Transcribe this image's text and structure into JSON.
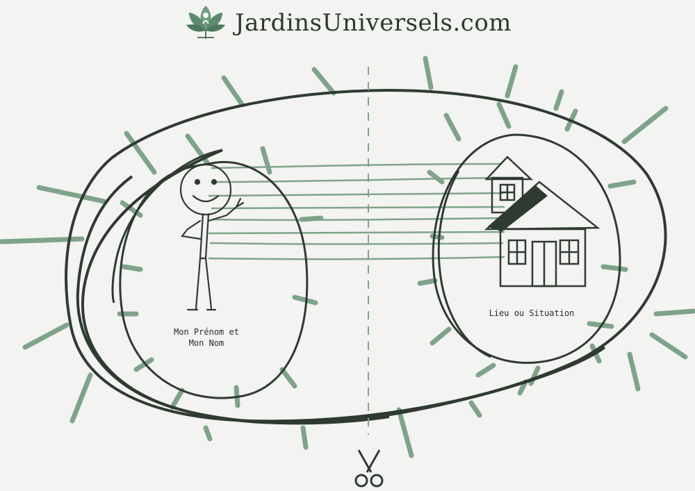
{
  "brand": {
    "title": "JardinsUniversels.com",
    "logo_icon": "lotus-logo-icon"
  },
  "labels": {
    "left": "Mon Prénom et\nMon Nom",
    "right": "Lieu ou Situation"
  },
  "colors": {
    "ink": "#2f3a33",
    "green": "#7fa38a",
    "bg": "#f3f3f1"
  },
  "icons": {
    "cut": "scissors-icon",
    "figure": "stick-figure-icon",
    "house": "house-icon"
  }
}
